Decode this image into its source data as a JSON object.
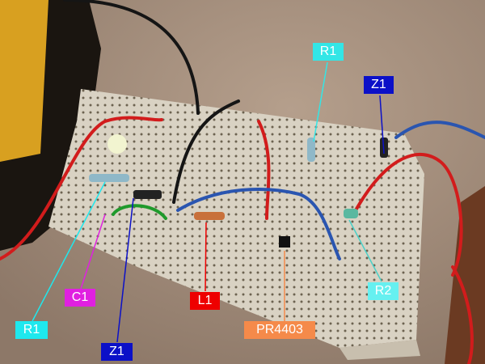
{
  "labels": {
    "r1_top": {
      "text": "R1",
      "color": "#33e6e6"
    },
    "z1_top": {
      "text": "Z1",
      "color": "#0b10c8"
    },
    "r2": {
      "text": "R2",
      "color": "#66f0f0"
    },
    "c1": {
      "text": "C1",
      "color": "#e020e0"
    },
    "l1": {
      "text": "L1",
      "color": "#ee0000"
    },
    "pr4403": {
      "text": "PR4403",
      "color": "#f58a4a"
    },
    "r1_bottom": {
      "text": "R1",
      "color": "#1ee8ee"
    },
    "z1_bottom": {
      "text": "Z1",
      "color": "#0b10c8"
    }
  }
}
